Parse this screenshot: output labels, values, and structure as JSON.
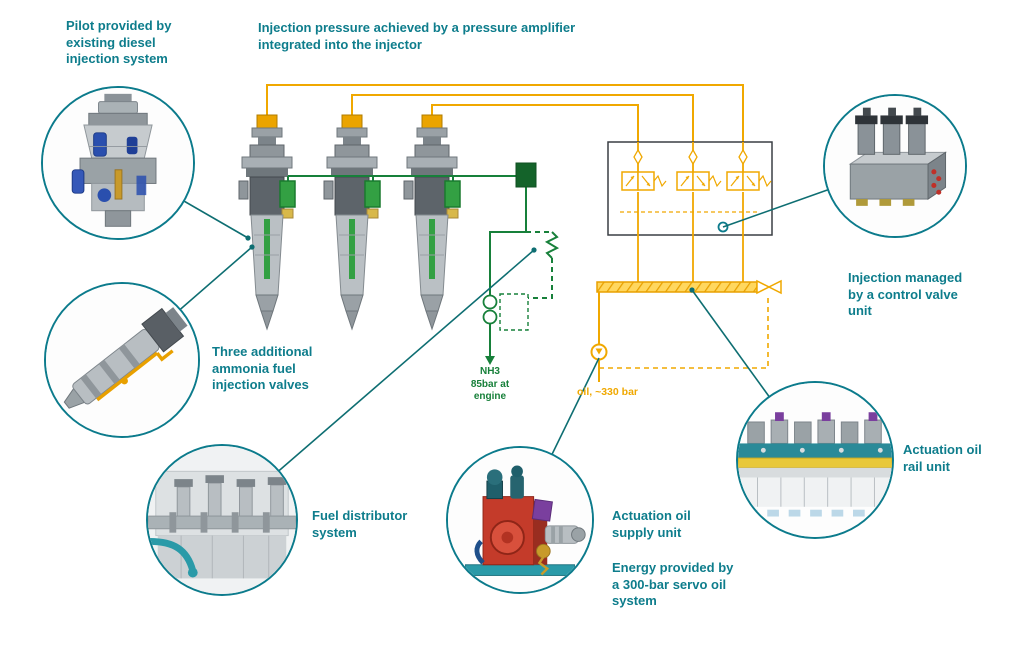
{
  "colors": {
    "label_teal": "#0e7d8c",
    "fuel_line_green": "#17803a",
    "oil_line_orange": "#f0a800",
    "vignette_border": "#0c7b8c"
  },
  "annotations": {
    "pilot": "Pilot provided by\nexisting diesel\ninjection system",
    "amplifier": "Injection pressure achieved by a pressure amplifier\nintegrated into the injector",
    "ammonia_valves": "Three additional\nammonia fuel\ninjection valves",
    "control_valve": "Injection managed\nby a control valve\nunit",
    "fuel_distributor": "Fuel distributor\nsystem",
    "oil_supply": "Actuation oil\nsupply unit",
    "servo_energy": "Energy provided by\na 300-bar servo oil\nsystem",
    "rail_unit": "Actuation oil\nrail unit",
    "nh3": "NH3\n85bar at\nengine",
    "oil": "oil, ~330 bar"
  }
}
